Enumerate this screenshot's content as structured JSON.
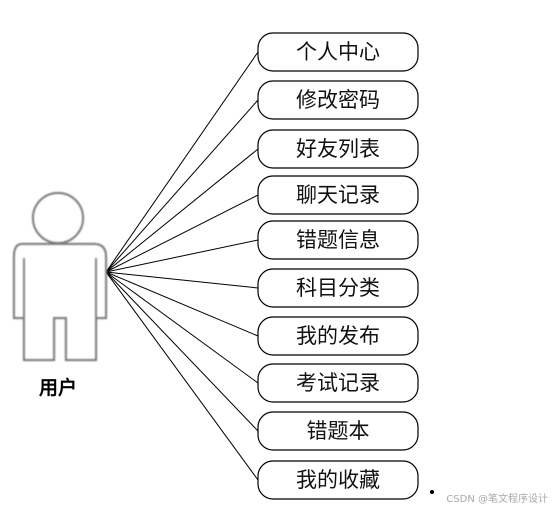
{
  "actor": {
    "label": "用户"
  },
  "use_cases": [
    "个人中心",
    "修改密码",
    "好友列表",
    "聊天记录",
    "错题信息",
    "科目分类",
    "我的发布",
    "考试记录",
    "错题本",
    "我的收藏"
  ],
  "watermark": "CSDN @笔文程序设计"
}
